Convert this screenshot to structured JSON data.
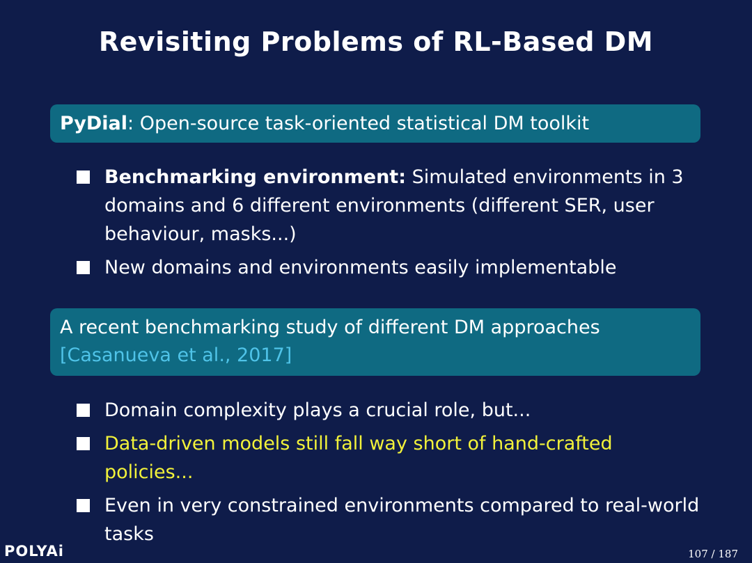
{
  "slide": {
    "title": "Revisiting Problems of RL-Based DM"
  },
  "block1": {
    "name": "PyDial",
    "text": ": Open-source task-oriented statistical DM toolkit"
  },
  "list1": [
    {
      "bold": "Benchmarking environment:",
      "text": " Simulated environments in 3 domains and 6 different environments (different SER, user behaviour, masks...)"
    },
    {
      "text": "New domains and environments easily implementable"
    }
  ],
  "block2": {
    "text": "A recent benchmarking study of different DM approaches",
    "citation": "[Casanueva et al., 2017]"
  },
  "list2": [
    {
      "text": "Domain complexity plays a crucial role, but..."
    },
    {
      "text": "Data-driven models still fall way short of hand-crafted policies..."
    },
    {
      "text": "Even in very constrained environments compared to real-world tasks"
    }
  ],
  "footer": {
    "logo": "POLYAi",
    "page": "107 / 187"
  },
  "colors": {
    "background": "#0f1c4a",
    "block": "#0f6a82",
    "citation": "#4fc3e8",
    "highlight": "#f2f23a"
  }
}
